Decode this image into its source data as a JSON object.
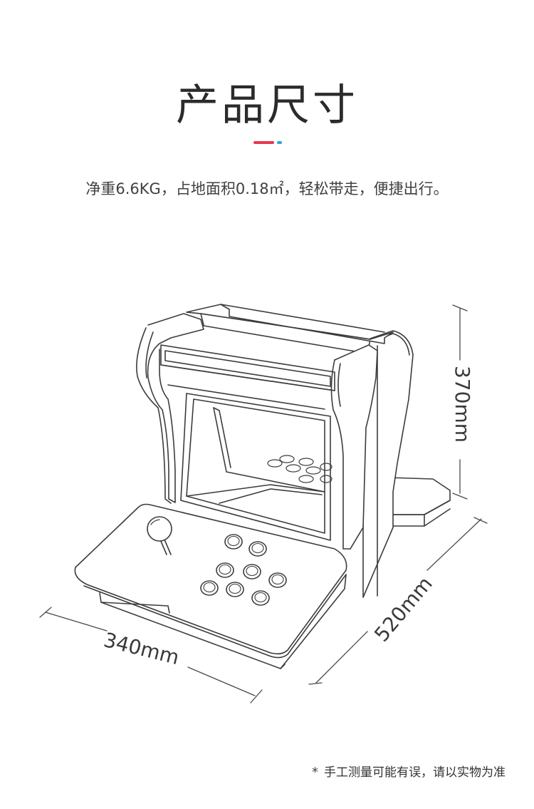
{
  "header": {
    "title": "产品尺寸",
    "accent_colors": [
      "#e8394f",
      "#2aa6e0"
    ]
  },
  "subtitle": "净重6.6KG，占地面积0.18㎡，轻松带走，便捷出行。",
  "dimensions": {
    "width_label": "340mm",
    "depth_label": "520mm",
    "height_label": "370mm"
  },
  "footnote": {
    "star": "*",
    "text": "手工测量可能有误，请以实物为准"
  },
  "illustration": {
    "subject": "arcade-cabinet-line-drawing",
    "line_color": "#3c3c3c"
  }
}
